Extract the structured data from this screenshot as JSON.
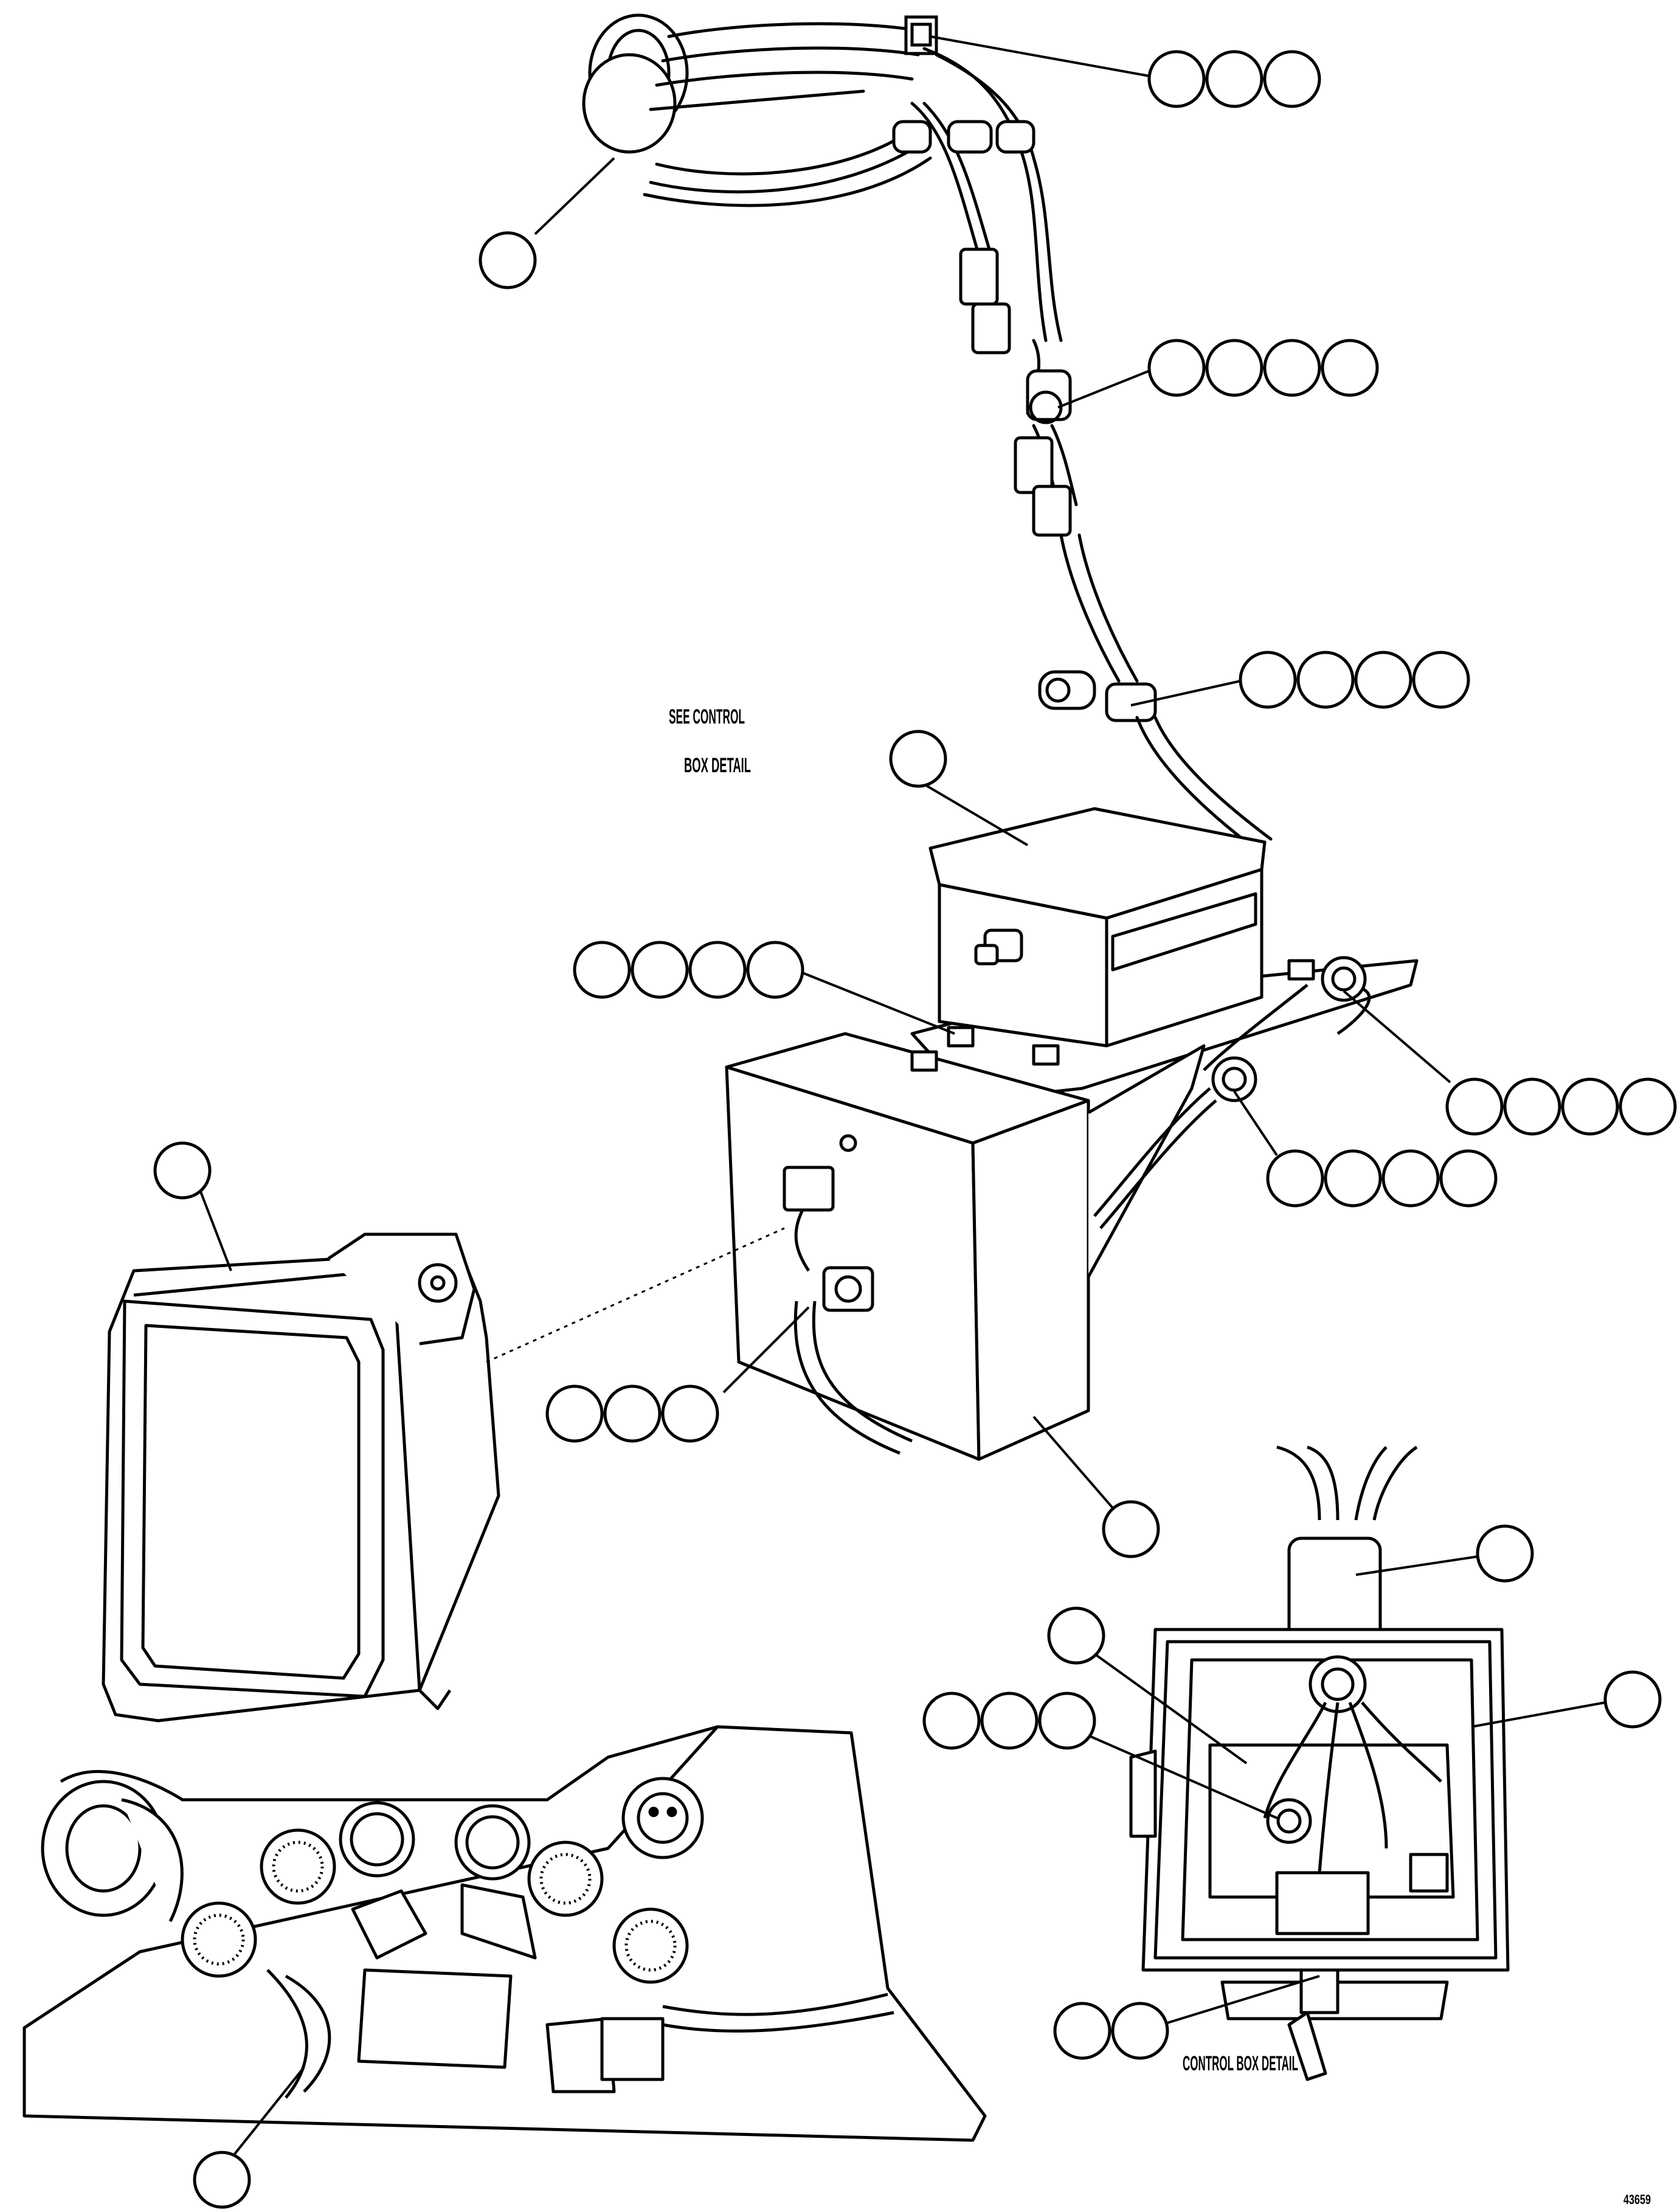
{
  "labels": {
    "see_control_line1": "SEE CONTROL",
    "see_control_line2": "BOX DETAIL",
    "control_box_detail": "CONTROL BOX DETAIL",
    "figure_number": "43659"
  },
  "callouts": {
    "top_connector": {
      "balloons": 3
    },
    "top_left": {
      "balloons": 1
    },
    "upper_clamp": {
      "balloons": 4
    },
    "mid_clamp": {
      "balloons": 4
    },
    "control_box": {
      "balloons": 1
    },
    "box_bolt": {
      "balloons": 4
    },
    "right_grommet_upper": {
      "balloons": 4
    },
    "right_grommet_lower": {
      "balloons": 4
    },
    "light": {
      "balloons": 1
    },
    "box_grommet": {
      "balloons": 3
    },
    "mount_box": {
      "balloons": 1
    },
    "detail_boot": {
      "balloons": 1
    },
    "detail_panel": {
      "balloons": 1
    },
    "detail_cover": {
      "balloons": 1
    },
    "detail_switch_nut": {
      "balloons": 3
    },
    "detail_switch": {
      "balloons": 2
    },
    "harness_bottom": {
      "balloons": 1
    }
  }
}
